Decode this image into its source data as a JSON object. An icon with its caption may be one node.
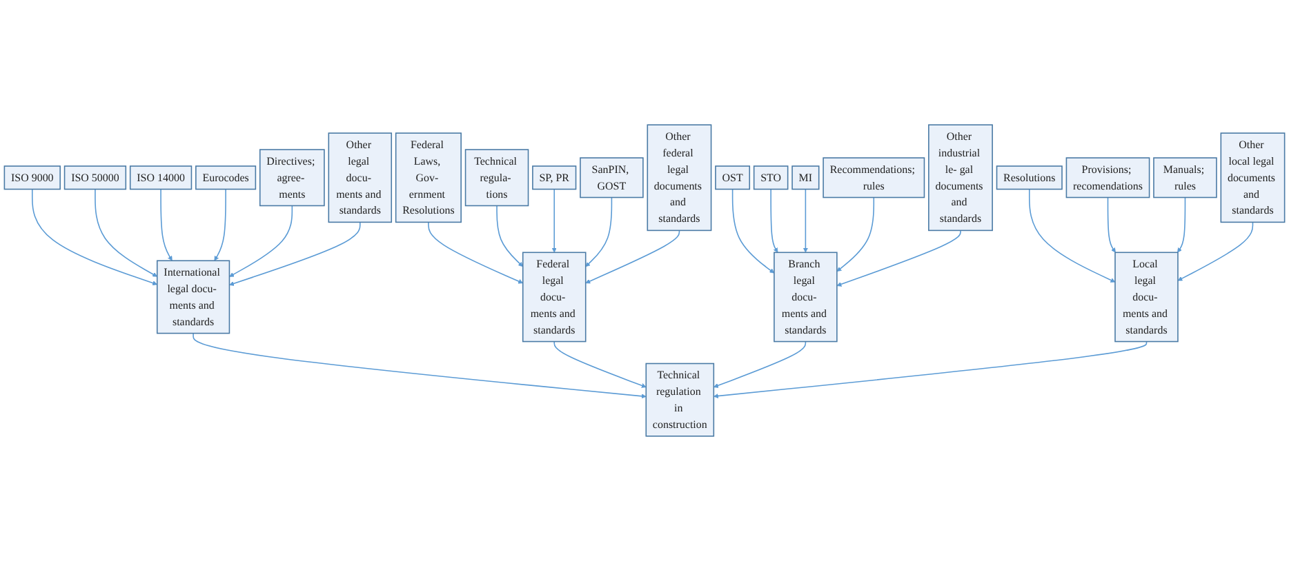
{
  "diagram": {
    "nodes": [
      {
        "text": [
          "ISO 9000"
        ]
      },
      {
        "text": [
          "ISO 50000"
        ]
      },
      {
        "text": [
          "ISO 14000"
        ]
      },
      {
        "text": [
          "Eurocodes"
        ]
      },
      {
        "text": [
          "Directives; agree- ments"
        ]
      },
      {
        "text": [
          "Other legal docu- ments and standards"
        ]
      },
      {
        "text": [
          "Federal Laws, Gov- ernment Resolutions"
        ]
      },
      {
        "text": [
          "Technical regula- tions"
        ]
      },
      {
        "text": [
          "SP, PR"
        ]
      },
      {
        "text": [
          "SanPIN, GOST"
        ]
      },
      {
        "text": [
          "Other federal legal documents and standards"
        ]
      },
      {
        "text": [
          "OST"
        ]
      },
      {
        "text": [
          "STO"
        ]
      },
      {
        "text": [
          "MI"
        ]
      },
      {
        "text": [
          "Recommendations; rules"
        ]
      },
      {
        "text": [
          "Other industrial le- gal documents and standards"
        ]
      },
      {
        "text": [
          "Resolutions"
        ]
      },
      {
        "text": [
          "Provisions; recomendations"
        ]
      },
      {
        "text": [
          "Manuals; rules"
        ]
      },
      {
        "text": [
          "Other local legal documents and standards"
        ]
      },
      {
        "text": [
          "International legal docu- ments and standards"
        ]
      },
      {
        "text": [
          "Federal legal docu- ments and standards"
        ]
      },
      {
        "text": [
          "Branch legal docu- ments and standards"
        ]
      },
      {
        "text": [
          "Local legal docu- ments and standards"
        ]
      },
      {
        "text": [
          "Technical regulation in construction"
        ]
      }
    ],
    "edges": [
      {
        "from": 0,
        "to": 20,
        "arrow": "to"
      },
      {
        "from": 1,
        "to": 20,
        "arrow": "to"
      },
      {
        "from": 2,
        "to": 20,
        "arrow": "to"
      },
      {
        "from": 3,
        "to": 20,
        "arrow": "to"
      },
      {
        "from": 4,
        "to": 20,
        "arrow": "to"
      },
      {
        "from": 5,
        "to": 20,
        "arrow": "to"
      },
      {
        "from": 6,
        "to": 21,
        "arrow": "to"
      },
      {
        "from": 7,
        "to": 21,
        "arrow": "to"
      },
      {
        "from": 8,
        "to": 21,
        "arrow": "to"
      },
      {
        "from": 9,
        "to": 21,
        "arrow": "to"
      },
      {
        "from": 10,
        "to": 21,
        "arrow": "to"
      },
      {
        "from": 11,
        "to": 22,
        "arrow": "to"
      },
      {
        "from": 12,
        "to": 22,
        "arrow": "to"
      },
      {
        "from": 13,
        "to": 22,
        "arrow": "to"
      },
      {
        "from": 14,
        "to": 22,
        "arrow": "to"
      },
      {
        "from": 15,
        "to": 22,
        "arrow": "to"
      },
      {
        "from": 16,
        "to": 23,
        "arrow": "to"
      },
      {
        "from": 17,
        "to": 23,
        "arrow": "to"
      },
      {
        "from": 18,
        "to": 23,
        "arrow": "to"
      },
      {
        "from": 19,
        "to": 23,
        "arrow": "to"
      },
      {
        "from": 20,
        "to": 24,
        "arrow": "to"
      },
      {
        "from": 21,
        "to": 24,
        "arrow": "to"
      },
      {
        "from": 22,
        "to": 24,
        "arrow": "to"
      },
      {
        "from": 23,
        "to": 24,
        "arrow": "to"
      }
    ]
  }
}
